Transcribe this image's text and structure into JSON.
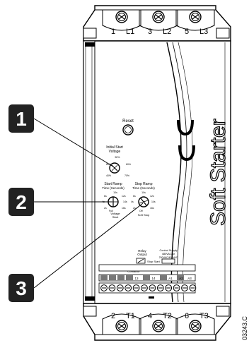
{
  "callouts": [
    "1",
    "2",
    "3"
  ],
  "top_terminals": [
    {
      "num": "1",
      "name": "L1"
    },
    {
      "num": "3",
      "name": "L2"
    },
    {
      "num": "5",
      "name": "L3"
    }
  ],
  "bottom_terminals": [
    {
      "num": "2",
      "name": "T1"
    },
    {
      "num": "4",
      "name": "T2"
    },
    {
      "num": "6",
      "name": "T3"
    }
  ],
  "reset_label": "Reset",
  "brand_text": "Soft Starter",
  "figure_id": "03243.C",
  "dial_initial": {
    "title_line1": "Initial Start",
    "title_line2": "Voltage",
    "scale": [
      "50%",
      "60%",
      "70%",
      "80%",
      "40%"
    ]
  },
  "dial_start_ramp": {
    "title_line1": "Start Ramp",
    "title_line2": "Time (Seconds)",
    "scale": [
      "10s",
      "6s",
      "12s",
      "14s",
      "4s",
      "2s",
      "16s",
      "Full"
    ],
    "bottom_line1": "Voltage",
    "bottom_line2": "Start"
  },
  "dial_stop_ramp": {
    "title_line1": "Stop Ramp",
    "title_line2": "Time (Seconds)",
    "scale": [
      "10s",
      "6s",
      "12s",
      "14s",
      "4s",
      "2s",
      "16s",
      "Off"
    ],
    "bottom_line1": "Soft Stop"
  },
  "terminal_labels": {
    "relay_output": [
      "Relay",
      "Output"
    ],
    "stop_start": "Stop Start",
    "control_supply": [
      "Control Supply",
      "480VAC or",
      "230VAC/400VAC"
    ],
    "main_contactor": [
      "Main",
      "Contactor"
    ],
    "terminals": [
      "13",
      "14",
      "A1",
      "A2",
      "A3"
    ]
  }
}
